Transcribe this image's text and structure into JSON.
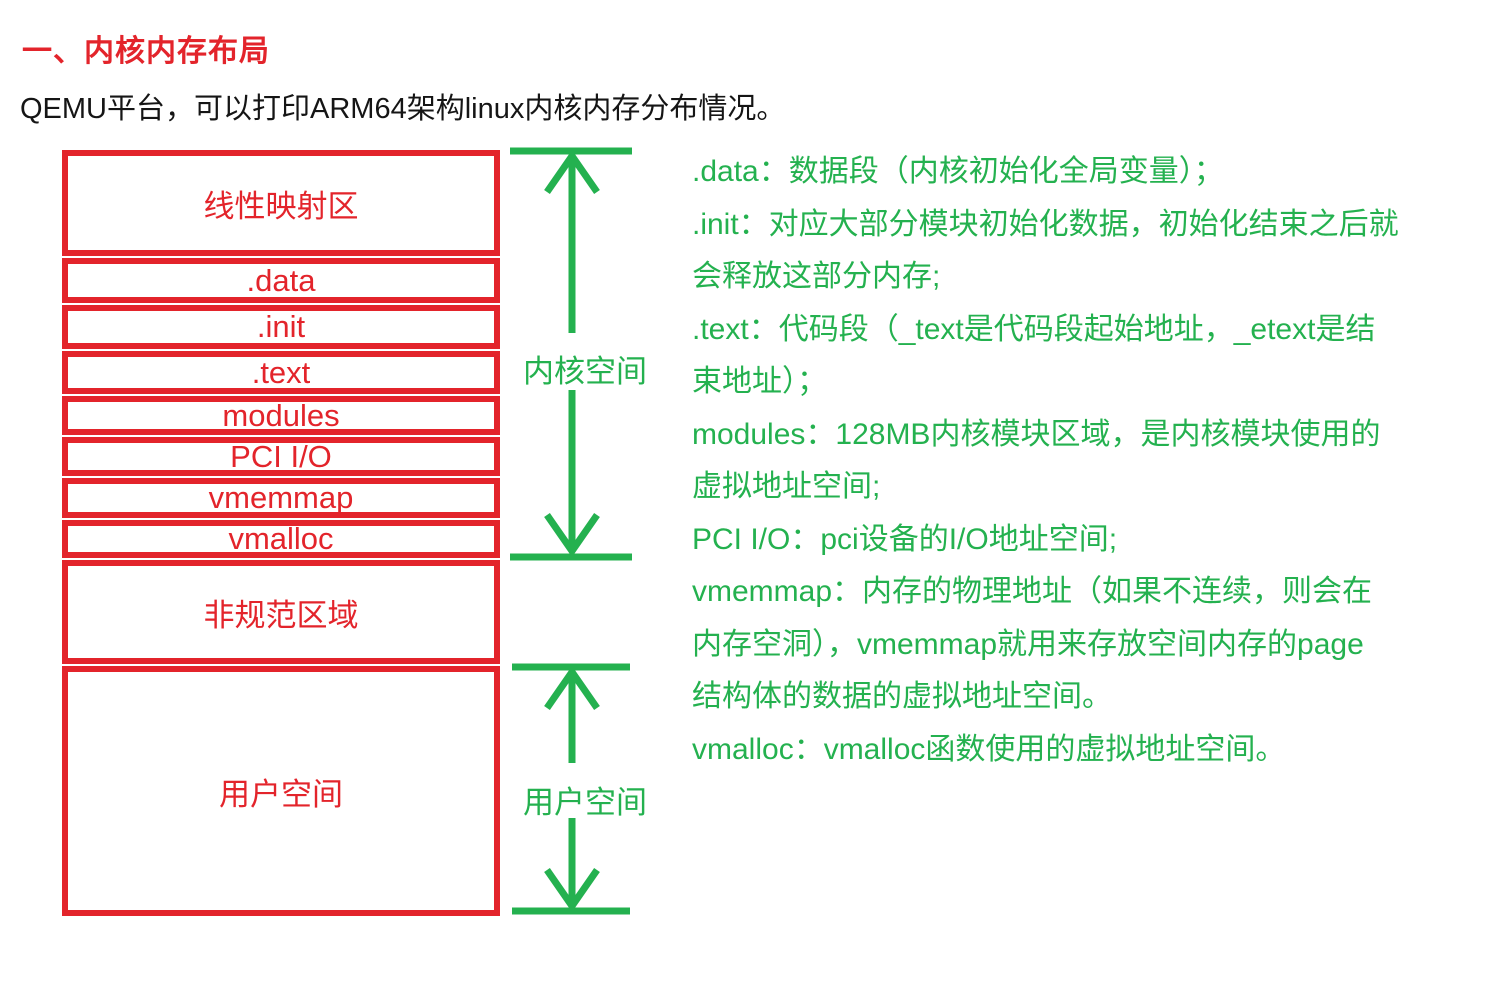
{
  "page": {
    "title": "一、内核内存布局",
    "subtitle": "QEMU平台，可以打印ARM64架构linux内核内存分布情况。"
  },
  "colors": {
    "red": "#e3242b",
    "green": "#24b14f",
    "text_black": "#151515"
  },
  "diagram": {
    "regions": [
      {
        "label": "线性映射区"
      },
      {
        "label": ".data"
      },
      {
        "label": ".init"
      },
      {
        "label": ".text"
      },
      {
        "label": "modules"
      },
      {
        "label": "PCI I/O"
      },
      {
        "label": "vmemmap"
      },
      {
        "label": "vmalloc"
      },
      {
        "label": "非规范区域"
      },
      {
        "label": "用户空间"
      }
    ],
    "brackets": [
      {
        "label": "内核空间"
      },
      {
        "label": "用户空间"
      }
    ]
  },
  "notes": {
    "lines": [
      ".data：数据段（内核初始化全局变量）；",
      ".init：对应大部分模块初始化数据，初始化结束之后就",
      "会释放这部分内存;",
      ".text：代码段（_text是代码段起始地址，_etext是结",
      "束地址）；",
      "modules：128MB内核模块区域，是内核模块使用的",
      "虚拟地址空间;",
      "PCI I/O：pci设备的I/O地址空间;",
      "vmemmap：内存的物理地址（如果不连续，则会在",
      "内存空洞），vmemmap就用来存放空间内存的page",
      "结构体的数据的虚拟地址空间。",
      "vmalloc：vmalloc函数使用的虚拟地址空间。"
    ]
  }
}
